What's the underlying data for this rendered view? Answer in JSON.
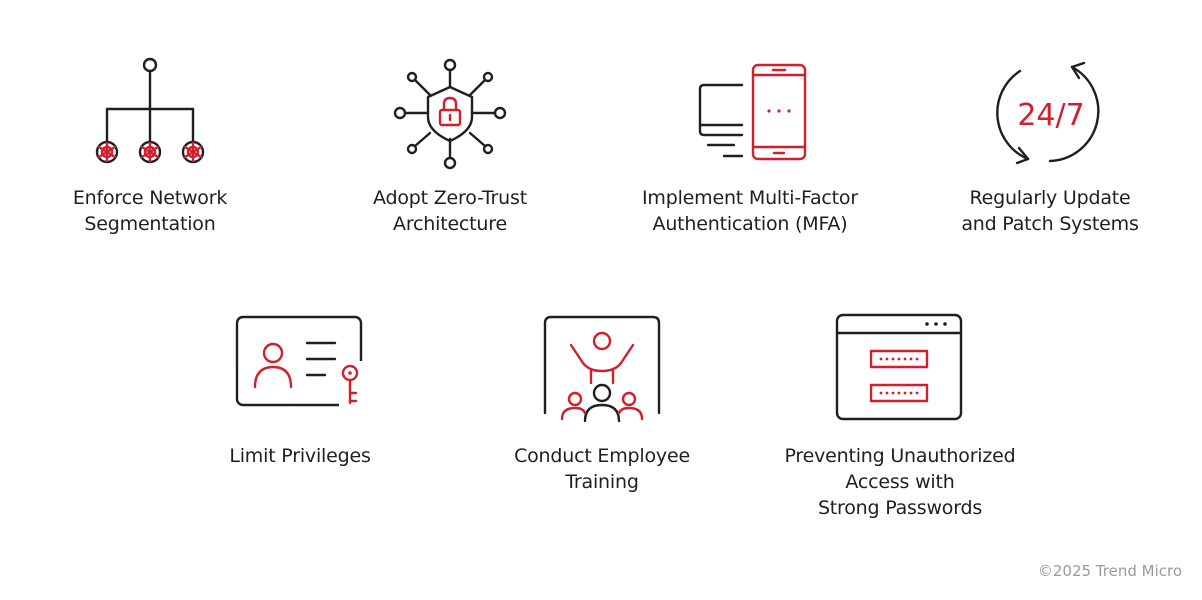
{
  "items": [
    {
      "label": "Enforce Network\nSegmentation",
      "icon": "network-segmentation-icon"
    },
    {
      "label": "Adopt Zero-Trust\nArchitecture",
      "icon": "zero-trust-shield-icon"
    },
    {
      "label": "Implement Multi-Factor\nAuthentication (MFA)",
      "icon": "mfa-devices-icon"
    },
    {
      "label": "Regularly Update\nand Patch Systems",
      "icon": "update-cycle-icon",
      "icon_text": "24/7"
    },
    {
      "label": "Limit Privileges",
      "icon": "id-card-key-icon"
    },
    {
      "label": "Conduct Employee\nTraining",
      "icon": "employee-training-icon"
    },
    {
      "label": "Preventing Unauthorized\nAccess with\nStrong Passwords",
      "icon": "password-window-icon"
    }
  ],
  "footer": "©2025 Trend Micro",
  "colors": {
    "accent": "#d0202e",
    "stroke": "#1f1f1f",
    "footer": "#9a9a9a"
  }
}
